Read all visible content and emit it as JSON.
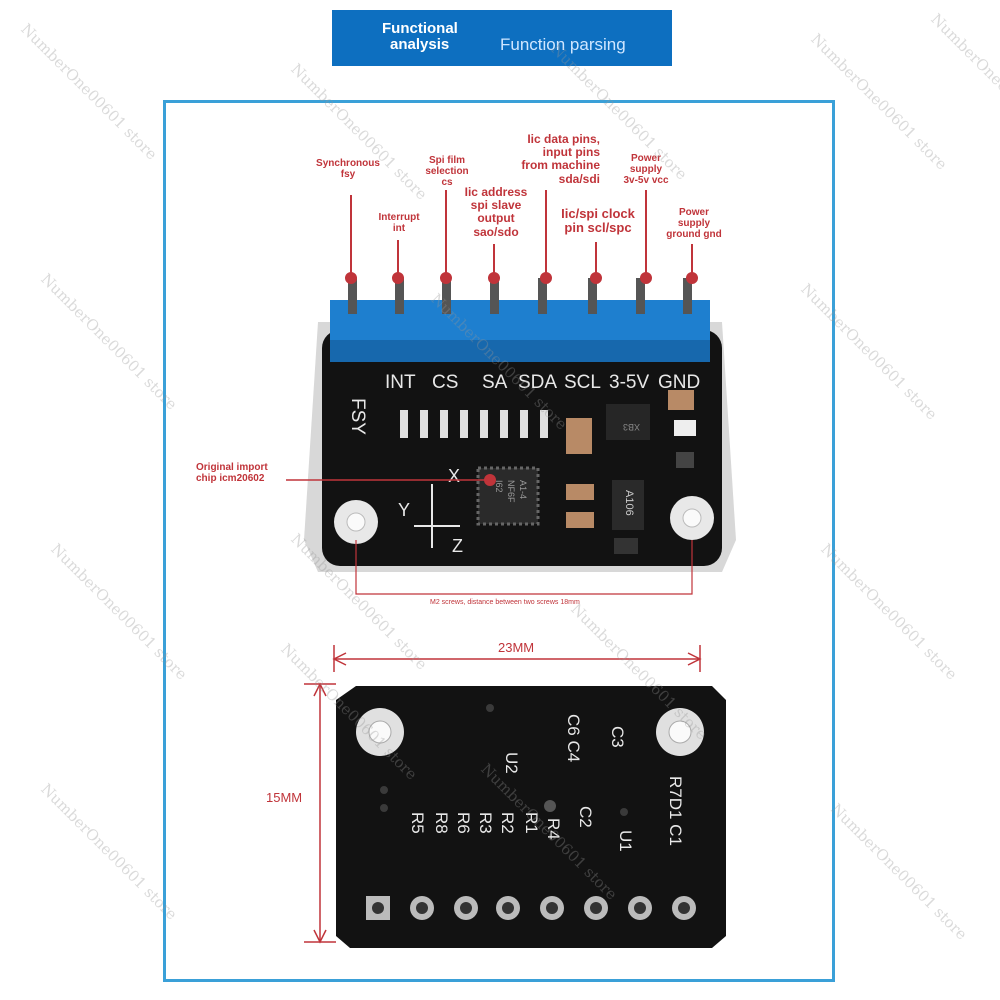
{
  "header": {
    "title_line1": "Functional",
    "title_line2": "analysis",
    "subtitle": "Function parsing"
  },
  "pin_labels": {
    "fsy": "Synchronous\nfsy",
    "int": "Interrupt\nint",
    "cs": "Spi film\nselection\ncs",
    "sao": "Iic address\nspi slave\noutput\nsao/sdo",
    "sda": "Iic data pins,\ninput pins\nfrom machine\nsda/sdi",
    "scl": "Iic/spi clock\npin scl/spc",
    "vcc": "Power\nsupply\n3v-5v vcc",
    "gnd": "Power\nsupply\nground gnd"
  },
  "chip_label": "Original import\nchip icm20602",
  "screw_note": "M2 screws, distance between two screws 18mm",
  "dimensions": {
    "width": "23MM",
    "height": "15MM"
  },
  "board_front": {
    "silkscreen": [
      "FSY",
      "INT",
      "CS",
      "SA",
      "SDA",
      "SCL",
      "3-5V",
      "GND"
    ],
    "axes": [
      "X",
      "Y",
      "Z"
    ],
    "chip_marking": [
      "I62",
      "NF6F",
      "A1-4"
    ],
    "components": [
      "A106",
      "XB3"
    ]
  },
  "board_back": {
    "labels": [
      "C6 C4",
      "C3",
      "U2",
      "R7D1 C1",
      "R4",
      "C2",
      "U1",
      "R5",
      "R8",
      "R6",
      "R3",
      "R2",
      "R1"
    ]
  },
  "watermark": "NumberOne00601 store",
  "colors": {
    "header_bg": "#0d6fc0",
    "frame_border": "#3aa0d8",
    "annotation": "#c0343a",
    "pin_header": "#1e7fcf",
    "pcb": "#121212"
  }
}
